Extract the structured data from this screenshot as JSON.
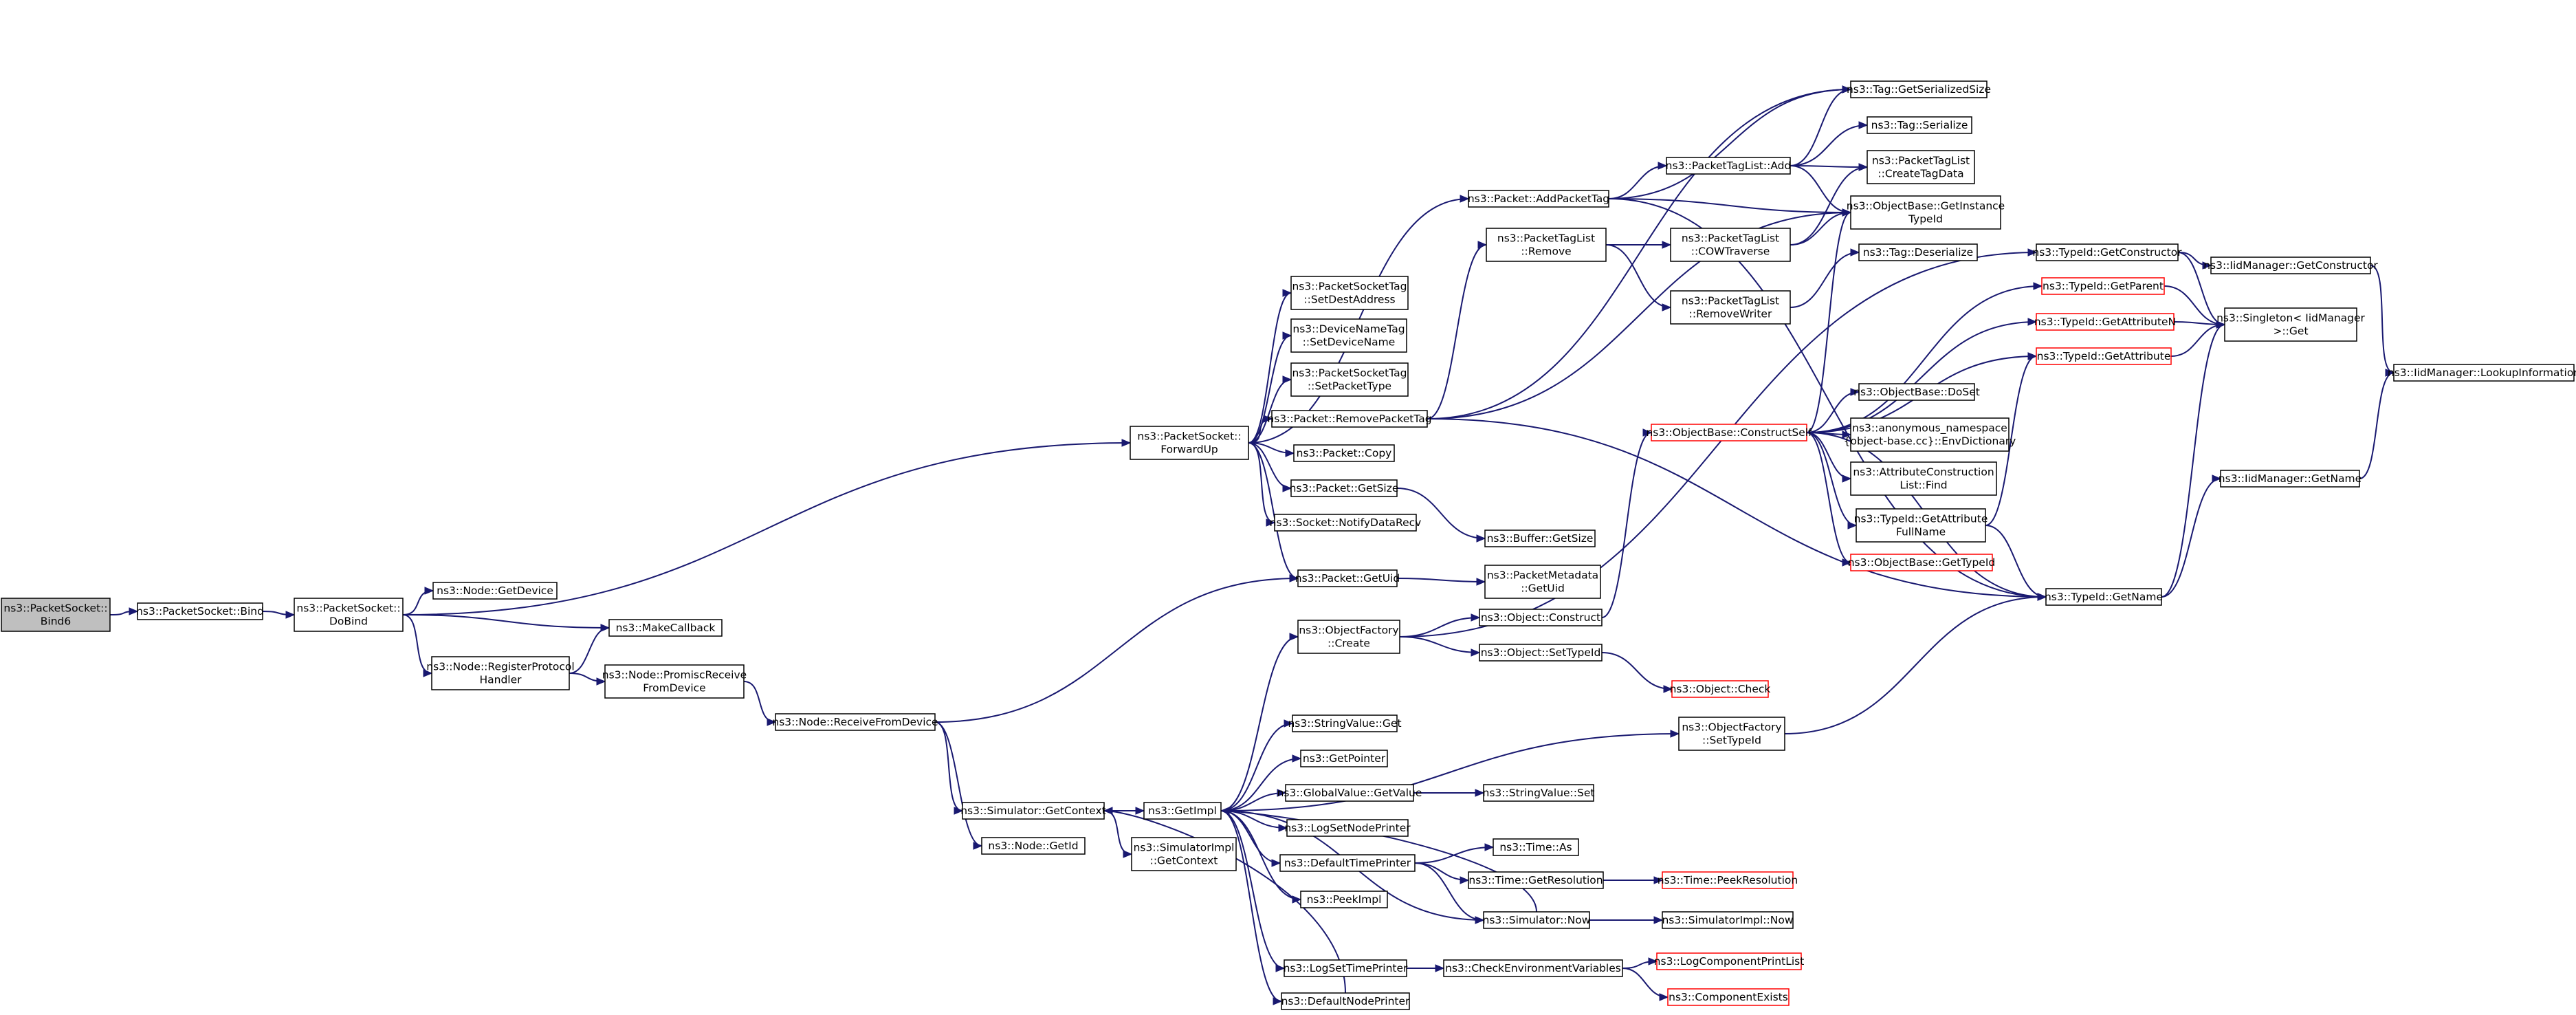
{
  "colors": {
    "edge": "#191970",
    "node_fill": "#ffffff",
    "node_border": "#000000",
    "root_fill": "#bfbfbf",
    "truncated_border": "#ff0000"
  },
  "nodes": [
    {
      "id": "bind6",
      "lines": [
        "ns3::PacketSocket::",
        "Bind6"
      ],
      "style": "root"
    },
    {
      "id": "bind",
      "lines": [
        "ns3::PacketSocket::Bind"
      ]
    },
    {
      "id": "dobind",
      "lines": [
        "ns3::PacketSocket::",
        "DoBind"
      ]
    },
    {
      "id": "getdevice",
      "lines": [
        "ns3::Node::GetDevice"
      ]
    },
    {
      "id": "makecallback",
      "lines": [
        "ns3::MakeCallback"
      ]
    },
    {
      "id": "regproto",
      "lines": [
        "ns3::Node::RegisterProtocol",
        "Handler"
      ]
    },
    {
      "id": "promisc",
      "lines": [
        "ns3::Node::PromiscReceive",
        "FromDevice"
      ]
    },
    {
      "id": "recvfromdev",
      "lines": [
        "ns3::Node::ReceiveFromDevice"
      ]
    },
    {
      "id": "forwardup",
      "lines": [
        "ns3::PacketSocket::",
        "ForwardUp"
      ]
    },
    {
      "id": "simgetcontext",
      "lines": [
        "ns3::Simulator::GetContext"
      ]
    },
    {
      "id": "nodegetid",
      "lines": [
        "ns3::Node::GetId"
      ]
    },
    {
      "id": "getimpl",
      "lines": [
        "ns3::GetImpl"
      ]
    },
    {
      "id": "simimplgetctx",
      "lines": [
        "ns3::SimulatorImpl",
        "::GetContext"
      ]
    },
    {
      "id": "psts_dest",
      "lines": [
        "ns3::PacketSocketTag",
        "::SetDestAddress"
      ]
    },
    {
      "id": "dnt_setname",
      "lines": [
        "ns3::DeviceNameTag",
        "::SetDeviceName"
      ]
    },
    {
      "id": "psts_ptype",
      "lines": [
        "ns3::PacketSocketTag",
        "::SetPacketType"
      ]
    },
    {
      "id": "removepackettag",
      "lines": [
        "ns3::Packet::RemovePacketTag"
      ]
    },
    {
      "id": "packetcopy",
      "lines": [
        "ns3::Packet::Copy"
      ]
    },
    {
      "id": "packetgetsize",
      "lines": [
        "ns3::Packet::GetSize"
      ]
    },
    {
      "id": "notifydatarecv",
      "lines": [
        "ns3::Socket::NotifyDataRecv"
      ]
    },
    {
      "id": "packetgetuid",
      "lines": [
        "ns3::Packet::GetUid"
      ]
    },
    {
      "id": "addpackettag",
      "lines": [
        "ns3::Packet::AddPacketTag"
      ]
    },
    {
      "id": "ptl_remove",
      "lines": [
        "ns3::PacketTagList",
        "::Remove"
      ]
    },
    {
      "id": "ptl_add",
      "lines": [
        "ns3::PacketTagList::Add"
      ]
    },
    {
      "id": "ptl_cow",
      "lines": [
        "ns3::PacketTagList",
        "::COWTraverse"
      ]
    },
    {
      "id": "ptl_removewriter",
      "lines": [
        "ns3::PacketTagList",
        "::RemoveWriter"
      ]
    },
    {
      "id": "buffergetsize",
      "lines": [
        "ns3::Buffer::GetSize"
      ]
    },
    {
      "id": "pm_getuid",
      "lines": [
        "ns3::PacketMetadata",
        "::GetUid"
      ]
    },
    {
      "id": "objfactory_create",
      "lines": [
        "ns3::ObjectFactory",
        "::Create"
      ]
    },
    {
      "id": "objconstruct",
      "lines": [
        "ns3::Object::Construct"
      ]
    },
    {
      "id": "objsettypeid",
      "lines": [
        "ns3::Object::SetTypeId"
      ]
    },
    {
      "id": "objcheck",
      "lines": [
        "ns3::Object::Check"
      ],
      "style": "truncated"
    },
    {
      "id": "of_settypeid",
      "lines": [
        "ns3::ObjectFactory",
        "::SetTypeId"
      ]
    },
    {
      "id": "stringvalueget",
      "lines": [
        "ns3::StringValue::Get"
      ]
    },
    {
      "id": "getpointer",
      "lines": [
        "ns3::GetPointer"
      ]
    },
    {
      "id": "gv_getvalue",
      "lines": [
        "ns3::GlobalValue::GetValue"
      ]
    },
    {
      "id": "stringvalueset",
      "lines": [
        "ns3::StringValue::Set"
      ]
    },
    {
      "id": "logsetnodeprinter",
      "lines": [
        "ns3::LogSetNodePrinter"
      ]
    },
    {
      "id": "defaulttimeprinter",
      "lines": [
        "ns3::DefaultTimePrinter"
      ]
    },
    {
      "id": "timeas",
      "lines": [
        "ns3::Time::As"
      ]
    },
    {
      "id": "timegetres",
      "lines": [
        "ns3::Time::GetResolution"
      ]
    },
    {
      "id": "timepeekres",
      "lines": [
        "ns3::Time::PeekResolution"
      ],
      "style": "truncated"
    },
    {
      "id": "peekimpl",
      "lines": [
        "ns3::PeekImpl"
      ]
    },
    {
      "id": "simnow",
      "lines": [
        "ns3::Simulator::Now"
      ]
    },
    {
      "id": "simimplnow",
      "lines": [
        "ns3::SimulatorImpl::Now"
      ]
    },
    {
      "id": "logsettimeprinter",
      "lines": [
        "ns3::LogSetTimePrinter"
      ]
    },
    {
      "id": "checkenv",
      "lines": [
        "ns3::CheckEnvironmentVariables"
      ]
    },
    {
      "id": "logcompprintlist",
      "lines": [
        "ns3::LogComponentPrintList"
      ],
      "style": "truncated"
    },
    {
      "id": "compexists",
      "lines": [
        "ns3::ComponentExists"
      ],
      "style": "truncated"
    },
    {
      "id": "defaultnodeprinter",
      "lines": [
        "ns3::DefaultNodePrinter"
      ]
    },
    {
      "id": "tag_getsersize",
      "lines": [
        "ns3::Tag::GetSerializedSize"
      ]
    },
    {
      "id": "tag_serialize",
      "lines": [
        "ns3::Tag::Serialize"
      ]
    },
    {
      "id": "ptl_createtagdata",
      "lines": [
        "ns3::PacketTagList",
        "::CreateTagData"
      ]
    },
    {
      "id": "ob_getinstancetypeid",
      "lines": [
        "ns3::ObjectBase::GetInstance",
        "TypeId"
      ]
    },
    {
      "id": "tag_deserialize",
      "lines": [
        "ns3::Tag::Deserialize"
      ]
    },
    {
      "id": "ob_constructself",
      "lines": [
        "ns3::ObjectBase::ConstructSelf"
      ],
      "style": "truncated"
    },
    {
      "id": "ob_doset",
      "lines": [
        "ns3::ObjectBase::DoSet"
      ]
    },
    {
      "id": "anon_envdict",
      "lines": [
        "ns3::anonymous_namespace",
        "{object-base.cc}::EnvDictionary"
      ]
    },
    {
      "id": "acl_find",
      "lines": [
        "ns3::AttributeConstruction",
        "List::Find"
      ]
    },
    {
      "id": "tid_getattrfullname",
      "lines": [
        "ns3::TypeId::GetAttribute",
        "FullName"
      ]
    },
    {
      "id": "ob_gettypeid",
      "lines": [
        "ns3::ObjectBase::GetTypeId"
      ],
      "style": "truncated"
    },
    {
      "id": "tid_getconstructor",
      "lines": [
        "ns3::TypeId::GetConstructor"
      ]
    },
    {
      "id": "tid_getparent",
      "lines": [
        "ns3::TypeId::GetParent"
      ],
      "style": "truncated"
    },
    {
      "id": "tid_getattributen",
      "lines": [
        "ns3::TypeId::GetAttributeN"
      ],
      "style": "truncated"
    },
    {
      "id": "tid_getattribute",
      "lines": [
        "ns3::TypeId::GetAttribute"
      ],
      "style": "truncated"
    },
    {
      "id": "tid_getname",
      "lines": [
        "ns3::TypeId::GetName"
      ]
    },
    {
      "id": "iid_getconstructor",
      "lines": [
        "ns3::IidManager::GetConstructor"
      ]
    },
    {
      "id": "singleton_get",
      "lines": [
        "ns3::Singleton< IidManager",
        " >::Get"
      ]
    },
    {
      "id": "iid_getname",
      "lines": [
        "ns3::IidManager::GetName"
      ]
    },
    {
      "id": "iid_lookupinfo",
      "lines": [
        "ns3::IidManager::LookupInformation"
      ]
    }
  ],
  "edges": [
    [
      "bind6",
      "bind"
    ],
    [
      "bind",
      "dobind"
    ],
    [
      "dobind",
      "forwardup"
    ],
    [
      "dobind",
      "getdevice"
    ],
    [
      "dobind",
      "makecallback"
    ],
    [
      "dobind",
      "regproto"
    ],
    [
      "regproto",
      "makecallback"
    ],
    [
      "regproto",
      "promisc"
    ],
    [
      "promisc",
      "recvfromdev"
    ],
    [
      "recvfromdev",
      "packetgetuid"
    ],
    [
      "recvfromdev",
      "simgetcontext"
    ],
    [
      "recvfromdev",
      "nodegetid"
    ],
    [
      "forwardup",
      "addpackettag"
    ],
    [
      "forwardup",
      "psts_dest"
    ],
    [
      "forwardup",
      "dnt_setname"
    ],
    [
      "forwardup",
      "psts_ptype"
    ],
    [
      "forwardup",
      "removepackettag"
    ],
    [
      "forwardup",
      "packetcopy"
    ],
    [
      "forwardup",
      "packetgetsize"
    ],
    [
      "forwardup",
      "notifydatarecv"
    ],
    [
      "forwardup",
      "packetgetuid"
    ],
    [
      "simgetcontext",
      "getimpl"
    ],
    [
      "simgetcontext",
      "simimplgetctx"
    ],
    [
      "getimpl",
      "objfactory_create"
    ],
    [
      "getimpl",
      "of_settypeid"
    ],
    [
      "getimpl",
      "stringvalueget"
    ],
    [
      "getimpl",
      "getpointer"
    ],
    [
      "getimpl",
      "gv_getvalue"
    ],
    [
      "getimpl",
      "logsetnodeprinter"
    ],
    [
      "getimpl",
      "defaulttimeprinter"
    ],
    [
      "getimpl",
      "peekimpl"
    ],
    [
      "getimpl",
      "simnow"
    ],
    [
      "getimpl",
      "logsettimeprinter"
    ],
    [
      "getimpl",
      "defaultnodeprinter"
    ],
    [
      "simnow",
      "getimpl"
    ],
    [
      "simnow",
      "simimplnow"
    ],
    [
      "defaultnodeprinter",
      "simgetcontext"
    ],
    [
      "gv_getvalue",
      "stringvalueset"
    ],
    [
      "defaulttimeprinter",
      "timeas"
    ],
    [
      "defaulttimeprinter",
      "timegetres"
    ],
    [
      "defaulttimeprinter",
      "simnow"
    ],
    [
      "timegetres",
      "timepeekres"
    ],
    [
      "logsettimeprinter",
      "checkenv"
    ],
    [
      "checkenv",
      "logcompprintlist"
    ],
    [
      "checkenv",
      "compexists"
    ],
    [
      "objfactory_create",
      "objconstruct"
    ],
    [
      "objfactory_create",
      "objsettypeid"
    ],
    [
      "objfactory_create",
      "tid_getconstructor"
    ],
    [
      "objsettypeid",
      "objcheck"
    ],
    [
      "objconstruct",
      "ob_constructself"
    ],
    [
      "of_settypeid",
      "tid_getname"
    ],
    [
      "packetgetsize",
      "buffergetsize"
    ],
    [
      "packetgetuid",
      "pm_getuid"
    ],
    [
      "removepackettag",
      "ptl_remove"
    ],
    [
      "removepackettag",
      "tag_getsersize"
    ],
    [
      "removepackettag",
      "ob_getinstancetypeid"
    ],
    [
      "removepackettag",
      "tid_getname"
    ],
    [
      "addpackettag",
      "tag_getsersize"
    ],
    [
      "addpackettag",
      "ptl_add"
    ],
    [
      "addpackettag",
      "ob_getinstancetypeid"
    ],
    [
      "addpackettag",
      "tid_getname"
    ],
    [
      "ptl_remove",
      "ptl_cow"
    ],
    [
      "ptl_remove",
      "ptl_removewriter"
    ],
    [
      "ptl_add",
      "tag_getsersize"
    ],
    [
      "ptl_add",
      "tag_serialize"
    ],
    [
      "ptl_add",
      "ptl_createtagdata"
    ],
    [
      "ptl_add",
      "ob_getinstancetypeid"
    ],
    [
      "ptl_cow",
      "ptl_createtagdata"
    ],
    [
      "ptl_cow",
      "ob_getinstancetypeid"
    ],
    [
      "ptl_removewriter",
      "tag_deserialize"
    ],
    [
      "ob_constructself",
      "ob_getinstancetypeid"
    ],
    [
      "ob_constructself",
      "tid_getparent"
    ],
    [
      "ob_constructself",
      "tid_getattributen"
    ],
    [
      "ob_constructself",
      "tid_getattribute"
    ],
    [
      "ob_constructself",
      "ob_doset"
    ],
    [
      "ob_constructself",
      "anon_envdict"
    ],
    [
      "ob_constructself",
      "acl_find"
    ],
    [
      "ob_constructself",
      "tid_getattrfullname"
    ],
    [
      "ob_constructself",
      "ob_gettypeid"
    ],
    [
      "ob_constructself",
      "tid_getname"
    ],
    [
      "tid_getattrfullname",
      "tid_getattribute"
    ],
    [
      "tid_getattrfullname",
      "tid_getname"
    ],
    [
      "tid_getconstructor",
      "iid_getconstructor"
    ],
    [
      "tid_getconstructor",
      "singleton_get"
    ],
    [
      "tid_getparent",
      "singleton_get"
    ],
    [
      "tid_getattributen",
      "singleton_get"
    ],
    [
      "tid_getattribute",
      "singleton_get"
    ],
    [
      "tid_getname",
      "singleton_get"
    ],
    [
      "tid_getname",
      "iid_getname"
    ],
    [
      "iid_getconstructor",
      "iid_lookupinfo"
    ],
    [
      "iid_getname",
      "iid_lookupinfo"
    ]
  ]
}
